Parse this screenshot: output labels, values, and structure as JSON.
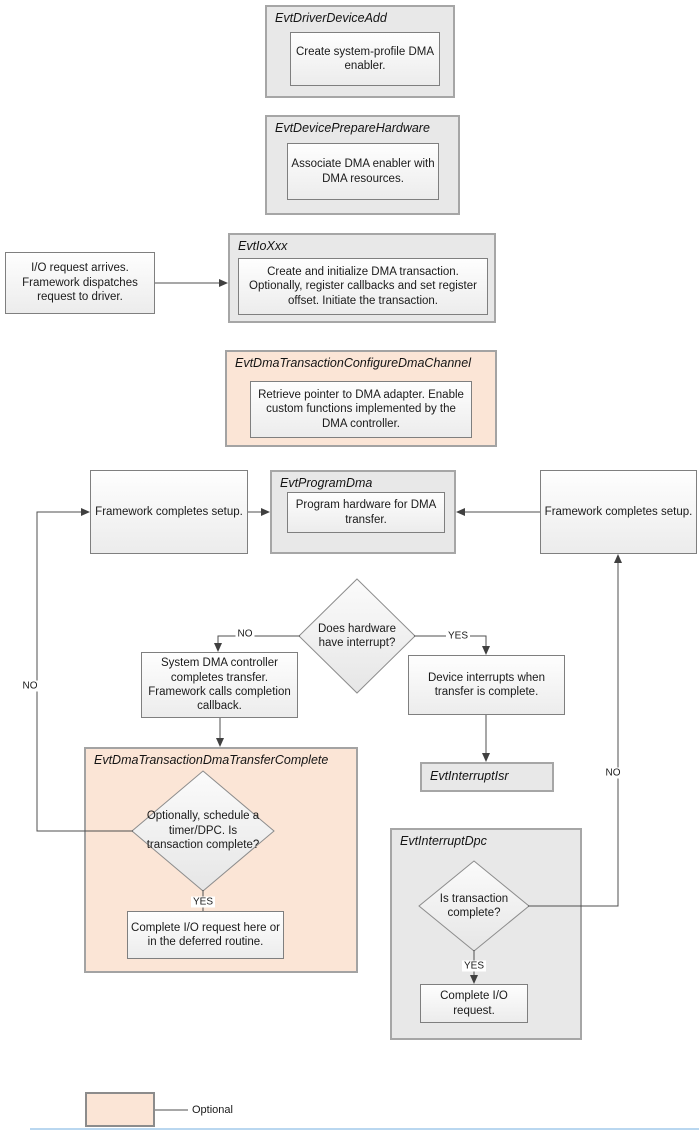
{
  "nodes": {
    "driver_device_add": {
      "title": "EvtDriverDeviceAdd",
      "body": "Create system-profile DMA enabler."
    },
    "device_prepare_hardware": {
      "title": "EvtDevicePrepareHardware",
      "body": "Associate DMA enabler with DMA resources."
    },
    "io_request": {
      "body": "I/O request arrives. Framework dispatches request to driver."
    },
    "evt_io_xxx": {
      "title": "EvtIoXxx",
      "body": "Create and initialize DMA transaction. Optionally, register callbacks and set register offset. Initiate the transaction."
    },
    "configure_dma_channel": {
      "title": "EvtDmaTransactionConfigureDmaChannel",
      "body": "Retrieve pointer to DMA adapter. Enable custom functions implemented by the DMA controller."
    },
    "framework_setup_left": {
      "body": "Framework completes setup."
    },
    "evt_program_dma": {
      "title": "EvtProgramDma",
      "body": "Program hardware for DMA transfer."
    },
    "framework_setup_right": {
      "body": "Framework completes setup."
    },
    "hardware_interrupt_decision": {
      "body": "Does hardware have interrupt?"
    },
    "system_dma_completes": {
      "body": "System DMA controller completes transfer. Framework calls completion callback."
    },
    "device_interrupts": {
      "body": "Device interrupts when transfer is complete."
    },
    "evt_interrupt_isr": {
      "title": "EvtInterruptIsr"
    },
    "dma_transfer_complete": {
      "title": "EvtDmaTransactionDmaTransferComplete",
      "decision": "Optionally, schedule a timer/DPC.  Is transaction complete?",
      "action": "Complete I/O request here or in the deferred routine."
    },
    "evt_interrupt_dpc": {
      "title": "EvtInterruptDpc",
      "decision": "Is transaction complete?",
      "action": "Complete I/O request."
    }
  },
  "edge_labels": {
    "hw_no": "NO",
    "hw_yes": "YES",
    "loop_no": "NO",
    "dma_yes": "YES",
    "dpc_yes": "YES",
    "dpc_no": "NO"
  },
  "legend": {
    "optional_label": "Optional"
  },
  "colors": {
    "optional_fill": "#fbe5d6",
    "callback_fill": "#e8e8e8",
    "line_color": "#4f4f4f"
  }
}
